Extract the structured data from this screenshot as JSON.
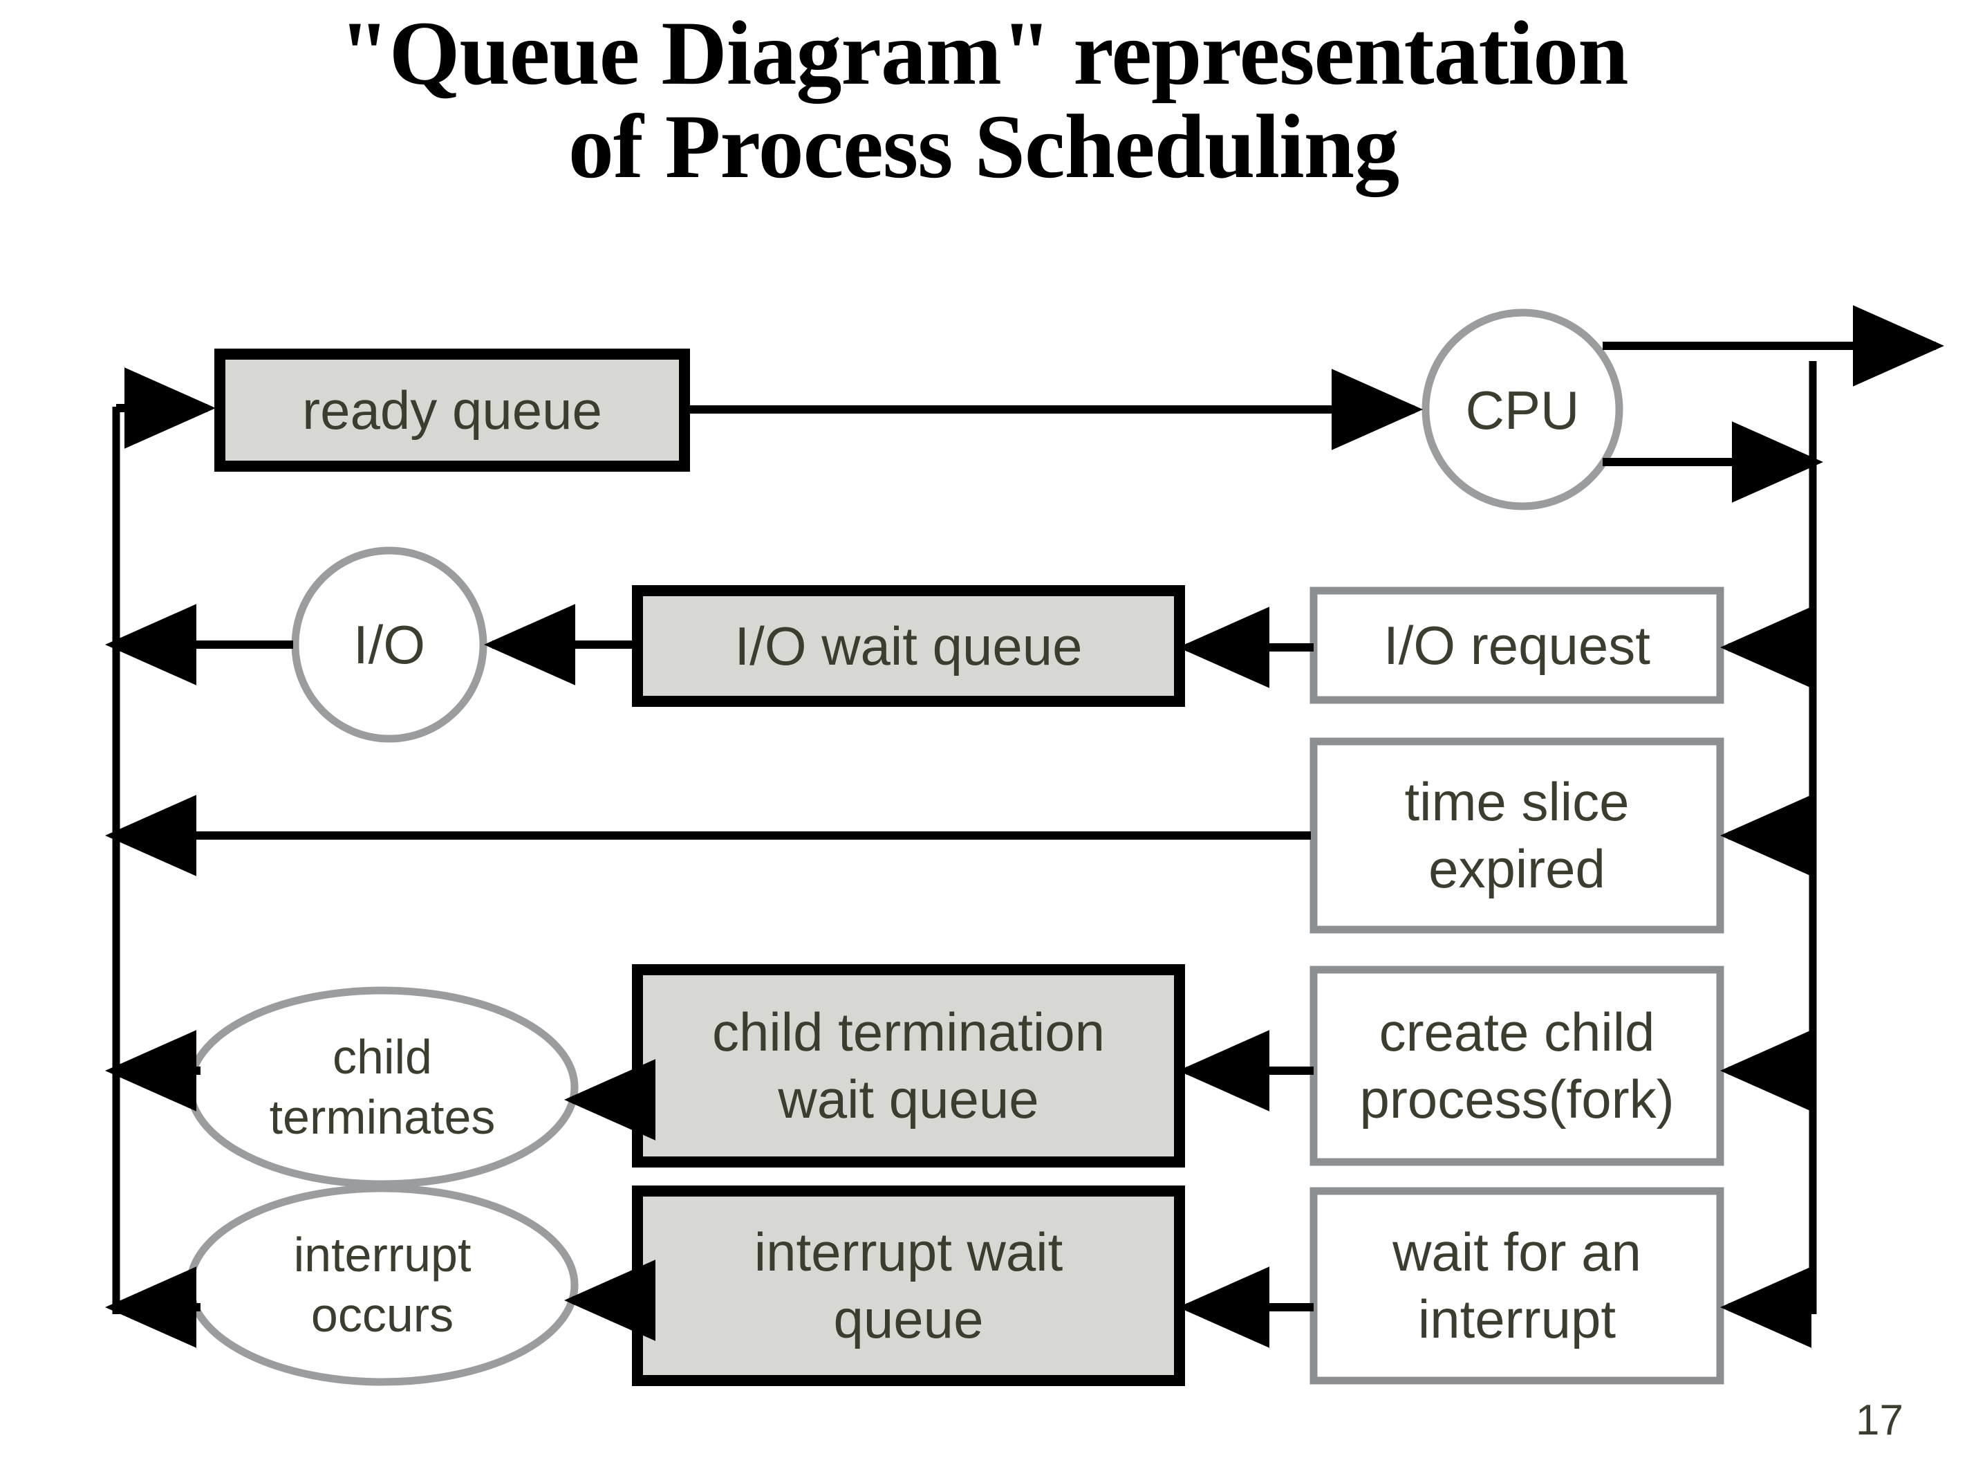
{
  "slide": {
    "title_line1": "\"Queue Diagram\" representation",
    "title_line2": "of  Process Scheduling",
    "page_number": "17"
  },
  "colors": {
    "queue_fill": "#d7d8d4",
    "queue_border": "#000000",
    "event_fill": "#ffffff",
    "event_border": "#8c8f91",
    "circle_border": "#9a9c9e",
    "text": "#3b3e2f",
    "arrow": "#000000",
    "background": "#ffffff"
  },
  "diagram": {
    "type": "queue-diagram",
    "nodes": [
      {
        "id": "ready-queue",
        "label": "ready queue",
        "shape": "rect",
        "style": "queue"
      },
      {
        "id": "cpu",
        "label": "CPU",
        "shape": "circle",
        "style": "event-circle"
      },
      {
        "id": "io",
        "label": "I/O",
        "shape": "circle",
        "style": "event-circle"
      },
      {
        "id": "io-wait-queue",
        "label": "I/O wait queue",
        "shape": "rect",
        "style": "queue"
      },
      {
        "id": "io-request",
        "label": "I/O request",
        "shape": "rect",
        "style": "event"
      },
      {
        "id": "time-slice",
        "label": "time slice\nexpired",
        "shape": "rect",
        "style": "event"
      },
      {
        "id": "child-terminates",
        "label": "child\nterminates",
        "shape": "ellipse",
        "style": "event-circle"
      },
      {
        "id": "child-term-queue",
        "label": "child termination\nwait queue",
        "shape": "rect",
        "style": "queue"
      },
      {
        "id": "create-child",
        "label": "create child\nprocess(fork)",
        "shape": "rect",
        "style": "event"
      },
      {
        "id": "interrupt-occurs",
        "label": "interrupt\noccurs",
        "shape": "ellipse",
        "style": "event-circle"
      },
      {
        "id": "interrupt-queue",
        "label": "interrupt wait\nqueue",
        "shape": "rect",
        "style": "queue"
      },
      {
        "id": "wait-interrupt",
        "label": "wait for an\ninterrupt",
        "shape": "rect",
        "style": "event"
      }
    ],
    "labels": {
      "ready_queue": "ready queue",
      "cpu": "CPU",
      "io": "I/O",
      "io_wait_queue": "I/O wait queue",
      "io_request": "I/O request",
      "time_slice_line1": "time slice",
      "time_slice_line2": "expired",
      "child_terminates_line1": "child",
      "child_terminates_line2": "terminates",
      "child_term_queue_line1": "child termination",
      "child_term_queue_line2": "wait queue",
      "create_child_line1": "create child",
      "create_child_line2": "process(fork)",
      "interrupt_occurs_line1": "interrupt",
      "interrupt_occurs_line2": "occurs",
      "interrupt_queue_line1": "interrupt wait",
      "interrupt_queue_line2": "queue",
      "wait_interrupt_line1": "wait for an",
      "wait_interrupt_line2": "interrupt"
    },
    "edges": [
      {
        "from": "return-bus",
        "to": "ready-queue",
        "direction": "right"
      },
      {
        "from": "ready-queue",
        "to": "cpu",
        "direction": "right"
      },
      {
        "from": "cpu",
        "to": "exit",
        "direction": "right"
      },
      {
        "from": "cpu",
        "to": "event-bus",
        "direction": "right-then-down"
      },
      {
        "from": "io-request",
        "to": "io-wait-queue",
        "direction": "left"
      },
      {
        "from": "io-wait-queue",
        "to": "io",
        "direction": "left"
      },
      {
        "from": "io",
        "to": "return-bus",
        "direction": "left"
      },
      {
        "from": "time-slice",
        "to": "return-bus",
        "direction": "left"
      },
      {
        "from": "create-child",
        "to": "child-term-queue",
        "direction": "left"
      },
      {
        "from": "child-term-queue",
        "to": "child-terminates",
        "direction": "left"
      },
      {
        "from": "child-terminates",
        "to": "return-bus",
        "direction": "left"
      },
      {
        "from": "wait-interrupt",
        "to": "interrupt-queue",
        "direction": "left"
      },
      {
        "from": "interrupt-queue",
        "to": "interrupt-occurs",
        "direction": "left"
      },
      {
        "from": "interrupt-occurs",
        "to": "return-bus",
        "direction": "left"
      }
    ]
  }
}
